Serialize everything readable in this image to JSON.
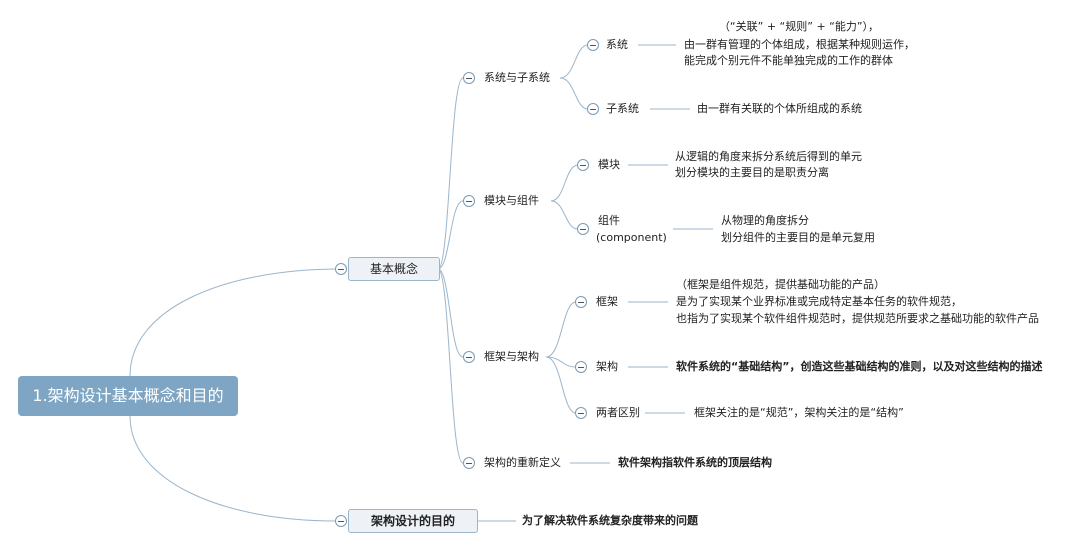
{
  "root": {
    "label": "1.架构设计基本概念和目的"
  },
  "branch_concepts": {
    "label": "基本概念",
    "sys": {
      "label": "系统与子系统",
      "system": {
        "label": "系统",
        "desc": [
          "（“关联” + “规则” + “能力”），",
          "由一群有管理的个体组成，根据某种规则运作，",
          "能完成个别元件不能单独完成的工作的群体"
        ]
      },
      "subsystem": {
        "label": "子系统",
        "desc": "由一群有关联的个体所组成的系统"
      }
    },
    "mod": {
      "label": "模块与组件",
      "module": {
        "label": "模块",
        "desc": [
          "从逻辑的角度来拆分系统后得到的单元",
          "划分模块的主要目的是职责分离"
        ]
      },
      "component": {
        "label": [
          "组件",
          "(component)"
        ],
        "desc": [
          "从物理的角度拆分",
          "划分组件的主要目的是单元复用"
        ]
      }
    },
    "fw": {
      "label": "框架与架构",
      "framework": {
        "label": "框架",
        "desc": [
          "（框架是组件规范，提供基础功能的产品）",
          "是为了实现某个业界标准或完成特定基本任务的软件规范，",
          "也指为了实现某个软件组件规范时，提供规范所要求之基础功能的软件产品"
        ]
      },
      "architecture": {
        "label": "架构",
        "desc": "软件系统的“基础结构”，创造这些基础结构的准则，以及对这些结构的描述"
      },
      "diff": {
        "label": "两者区别",
        "desc": "框架关注的是“规范”，架构关注的是“结构”"
      }
    },
    "redef": {
      "label": "架构的重新定义",
      "desc": "软件架构指软件系统的顶层结构"
    }
  },
  "branch_purpose": {
    "label": "架构设计的目的",
    "desc": "为了解决软件系统复杂度带来的问题"
  }
}
